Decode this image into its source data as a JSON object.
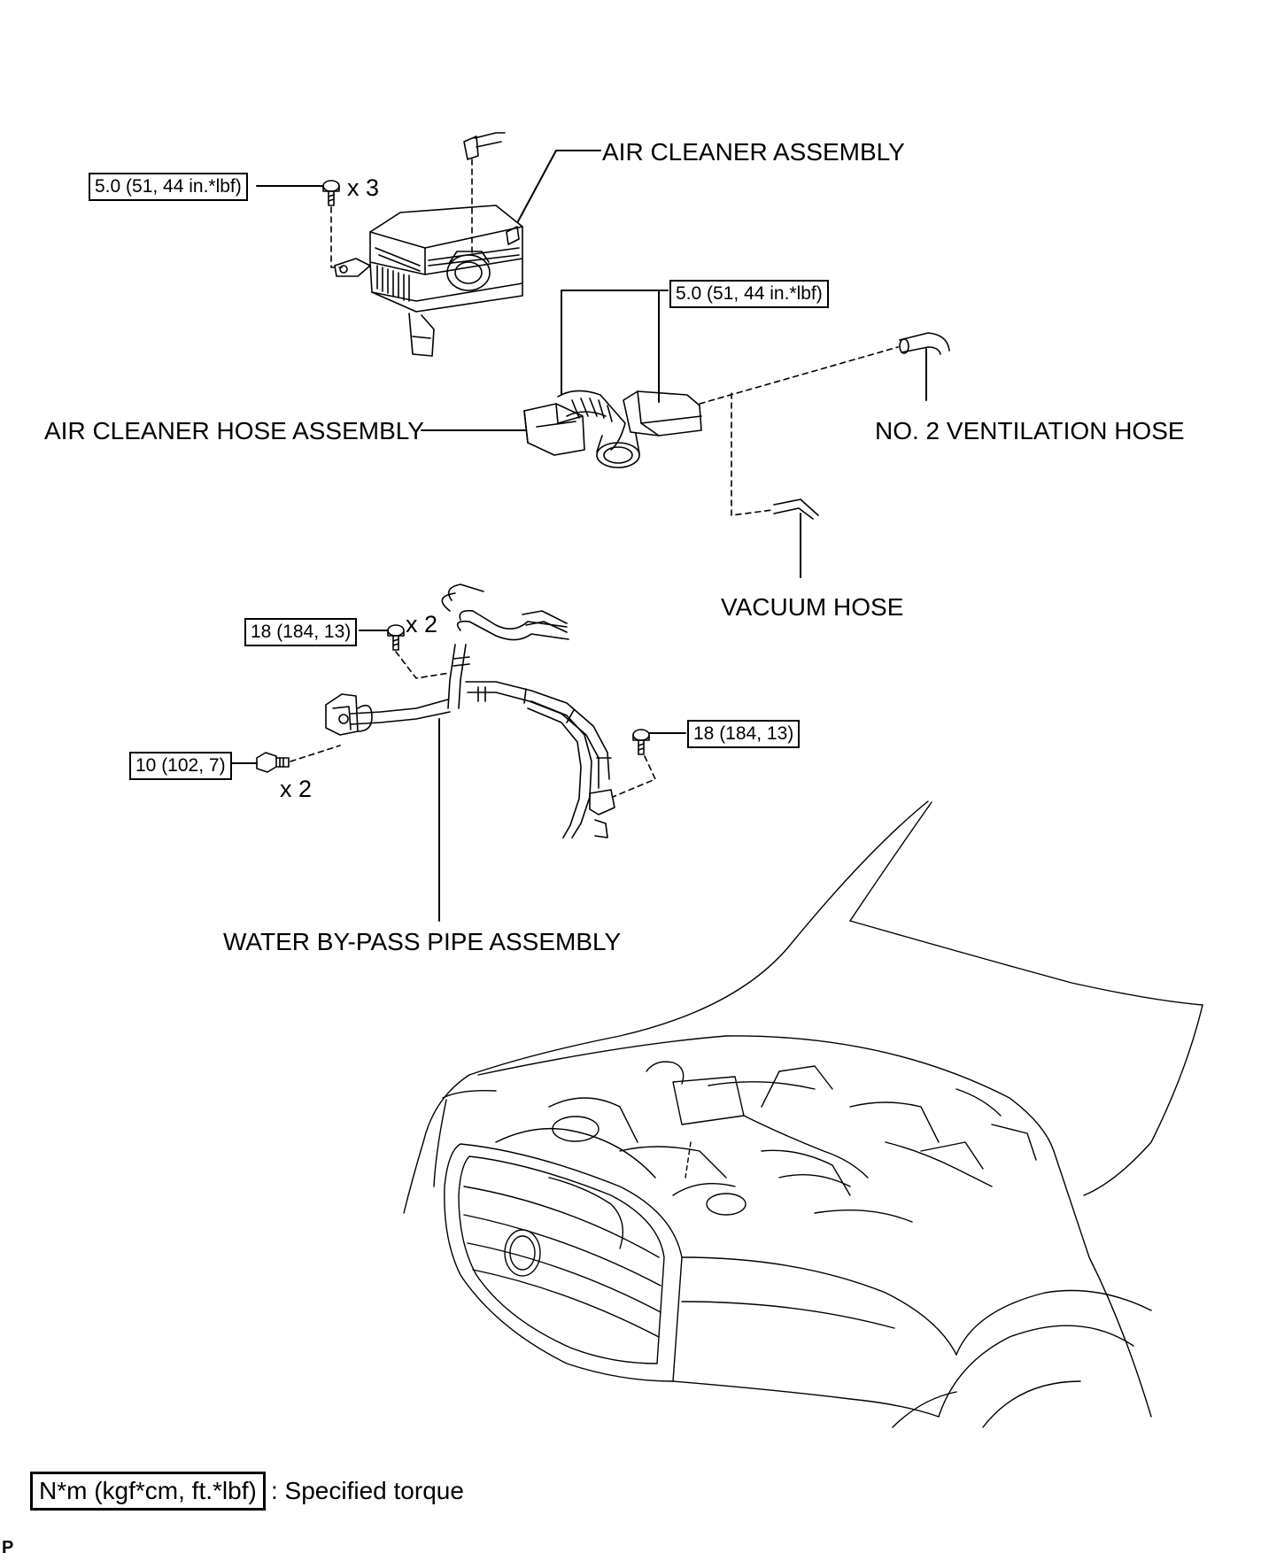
{
  "parts": {
    "air_cleaner_assembly": "AIR CLEANER ASSEMBLY",
    "air_cleaner_hose_assembly": "AIR CLEANER HOSE ASSEMBLY",
    "no2_ventilation_hose": "NO. 2 VENTILATION HOSE",
    "vacuum_hose": "VACUUM HOSE",
    "water_bypass_pipe_assembly": "WATER BY-PASS PIPE ASSEMBLY"
  },
  "torques": {
    "air_cleaner_bolts": "5.0 (51, 44 in.*lbf)",
    "air_cleaner_hose_clamps": "5.0 (51, 44 in.*lbf)",
    "bypass_upper_bolts": "18 (184, 13)",
    "bypass_right_bolt": "18 (184, 13)",
    "bypass_left_nuts": "10 (102, 7)"
  },
  "quantities": {
    "air_cleaner_bolts": "x 3",
    "bypass_upper_bolts": "x 2",
    "bypass_left_nuts": "x 2"
  },
  "legend": {
    "unit_box": "N*m (kgf*cm, ft.*lbf)",
    "description": ": Specified torque"
  },
  "corner_mark": "P"
}
